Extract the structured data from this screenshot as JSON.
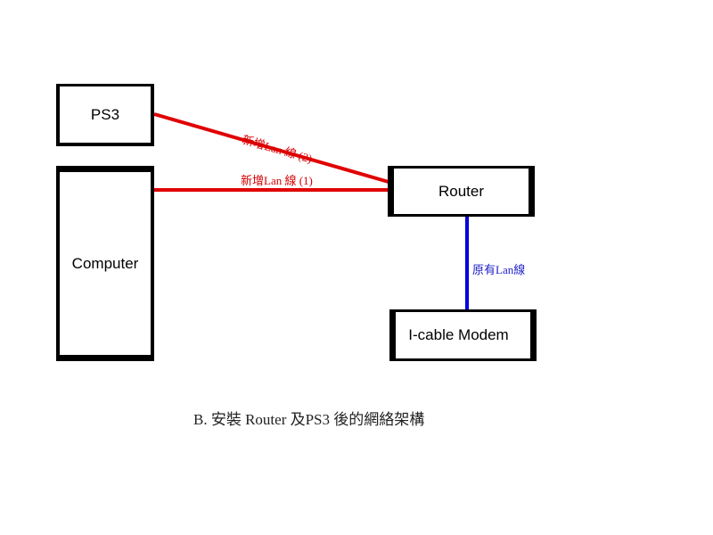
{
  "nodes": {
    "ps3": "PS3",
    "computer": "Computer",
    "router": "Router",
    "modem": "I-cable Modem"
  },
  "links": {
    "ps3_router": {
      "label": "新增Lan 線 (2)",
      "color": "#e00000"
    },
    "computer_router": {
      "label": "新增Lan 線 (1)",
      "color": "#e00000"
    },
    "router_modem": {
      "label": "原有Lan線",
      "color": "#0000e0"
    }
  },
  "caption": "B. 安裝 Router 及PS3 後的網絡架構"
}
